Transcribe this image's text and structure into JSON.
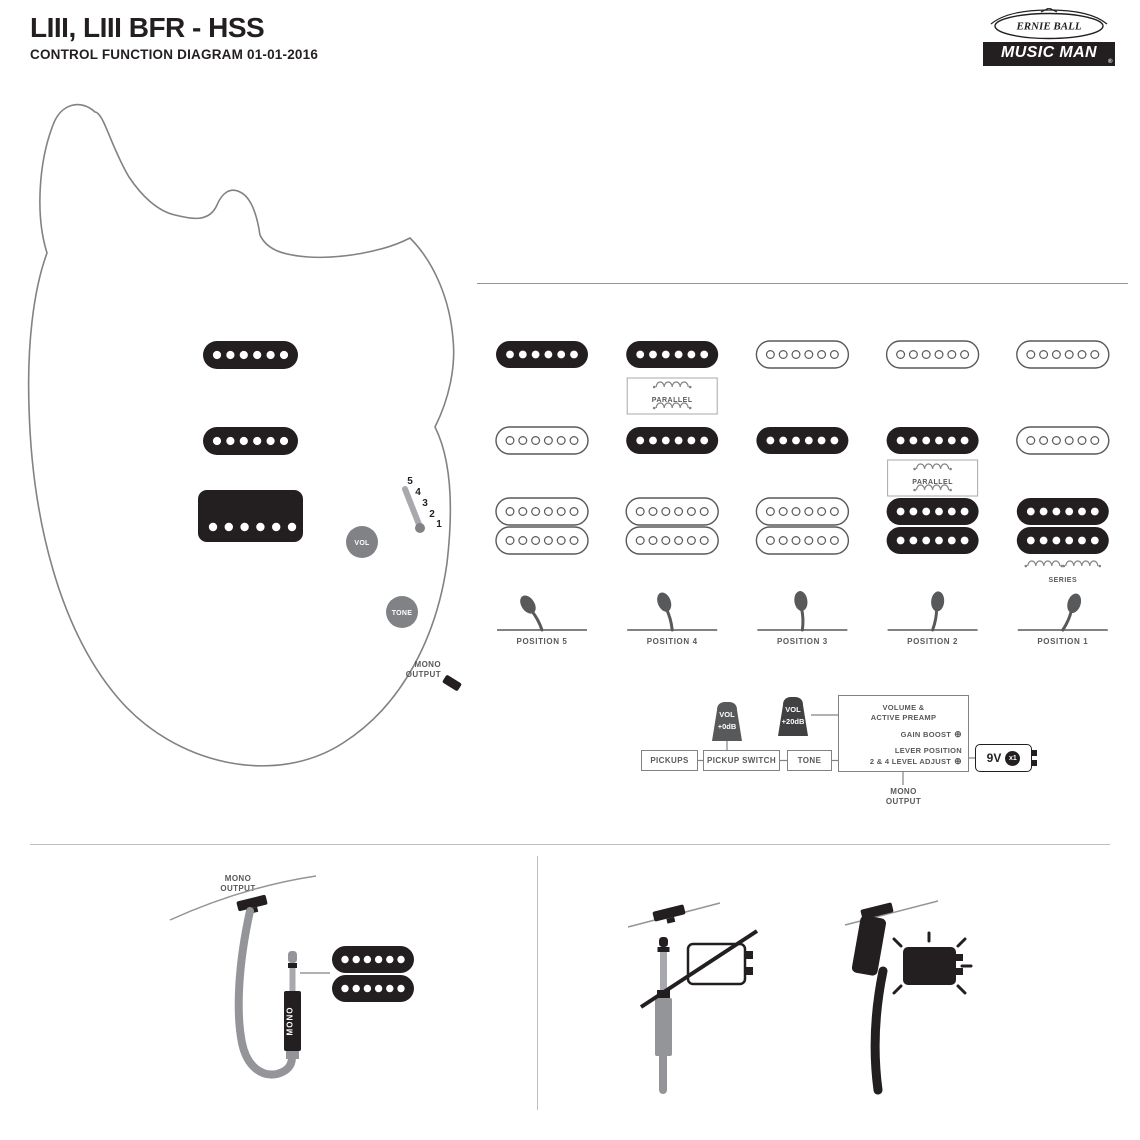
{
  "colors": {
    "ink": "#231f20",
    "dark_gray": "#58595b",
    "mid_gray": "#808285",
    "light_gray": "#939598",
    "rule_gray": "#bcbec0"
  },
  "icons": {
    "adjust_screw": "⊕"
  },
  "header": {
    "title": "LIII, LIII BFR - HSS",
    "subtitle": "CONTROL FUNCTION DIAGRAM 01-01-2016",
    "logo": {
      "brand_top": "ERNIE BALL",
      "brand_bottom": "MUSIC MAN",
      "registered": "®"
    }
  },
  "guitar": {
    "switch_numbers": [
      "5",
      "4",
      "3",
      "2",
      "1"
    ],
    "volume_label": "VOL",
    "tone_label": "TONE",
    "output_label": [
      "MONO",
      "OUTPUT"
    ]
  },
  "matrix": {
    "positions": [
      {
        "label": "POSITION 5",
        "lever_angle": -26,
        "neck": {
          "active": true,
          "note": null
        },
        "middle": {
          "active": false,
          "note": null
        },
        "bridge": {
          "active": false,
          "note": null
        }
      },
      {
        "label": "POSITION 4",
        "lever_angle": -13,
        "neck": {
          "active": true,
          "note": "PARALLEL"
        },
        "middle": {
          "active": true,
          "note": null
        },
        "bridge": {
          "active": false,
          "note": null
        }
      },
      {
        "label": "POSITION 3",
        "lever_angle": 0,
        "neck": {
          "active": false,
          "note": null
        },
        "middle": {
          "active": true,
          "note": null
        },
        "bridge": {
          "active": false,
          "note": null
        }
      },
      {
        "label": "POSITION 2",
        "lever_angle": 13,
        "neck": {
          "active": false,
          "note": null
        },
        "middle": {
          "active": true,
          "note": "PARALLEL"
        },
        "bridge": {
          "active": true,
          "note": null
        }
      },
      {
        "label": "POSITION 1",
        "lever_angle": 26,
        "neck": {
          "active": false,
          "note": null
        },
        "middle": {
          "active": false,
          "note": null
        },
        "bridge": {
          "active": true,
          "note": "SERIES"
        }
      }
    ]
  },
  "signal_chain": {
    "pickups_box": "PICKUPS",
    "switch_box": "PICKUP SWITCH",
    "tone_box": "TONE",
    "preamp_box": {
      "title_line1": "VOLUME &",
      "title_line2": "ACTIVE PREAMP",
      "gain_boost": "GAIN BOOST",
      "lever_line1": "LEVER POSITION",
      "lever_line2": "2 & 4 LEVEL ADJUST"
    },
    "knob_low": {
      "label": "VOL",
      "value": "+0dB"
    },
    "knob_high": {
      "label": "VOL",
      "value": "+20dB"
    },
    "battery": {
      "voltage": "9V",
      "count": "x1"
    },
    "output_label": [
      "MONO",
      "OUTPUT"
    ]
  },
  "footer": {
    "output_label": [
      "MONO",
      "OUTPUT"
    ],
    "plug_label": "MONO"
  }
}
